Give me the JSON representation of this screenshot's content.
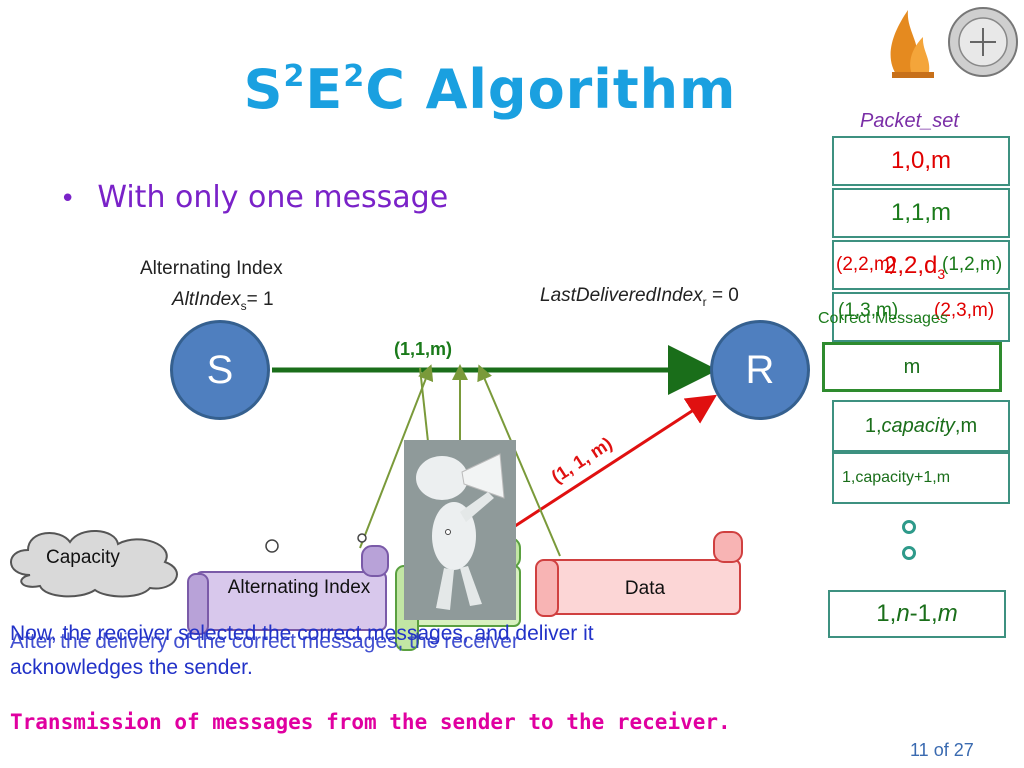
{
  "slide": {
    "title_main": "S",
    "title_sup1": "2",
    "title_mid": "E",
    "title_sup2": "2",
    "title_end": "C Algorithm",
    "bullet": "With only one message",
    "alt_index_label": "Alternating Index",
    "alt_index_var": "AltIndex",
    "alt_index_sub": "s",
    "alt_index_val": "= 1",
    "last_delivered_var": "LastDeliveredIndex",
    "last_delivered_sub": "r",
    "last_delivered_val": "= 0",
    "sender": "S",
    "receiver": "R",
    "arrow_label": "(1,1,m)",
    "red_arrow_label": "(1, 1, m)",
    "capacity_cloud": "Capacity",
    "scroll_alt": "Alternating Index",
    "scroll_data": "Data",
    "packet_set_title": "Packet_set",
    "packets": [
      {
        "text": "1,0,m",
        "color": "red"
      },
      {
        "text": "1,1,m",
        "color": "green"
      }
    ],
    "overlap_row3_a": "(2,2,m)",
    "overlap_row3_b": "(1,2,m)",
    "overlap_row3_big": "2,2,d",
    "overlap_row3_sub": "3",
    "overlap_row4_a": "(1,3,m)",
    "overlap_row4_b": "(2,3,m)",
    "correct_messages": "Correct Messages",
    "msg_box": "m",
    "cap_row1_pre": "1,",
    "cap_row1_italic": "capacity",
    "cap_row1_post": ",m",
    "cap_row2": "1,capacity+1,m",
    "last_row_pre": "1,",
    "last_row_italic": "n",
    "last_row_mid": "-1,",
    "last_row_italic2": "m",
    "footer_line1": "Now, the receiver selected the correct messages, and deliver it",
    "footer_line1_overlay": "After the delivery of the correct messages, the receiver",
    "footer_line2": "acknowledges the sender.",
    "footer_magenta": "Transmission of messages from the sender to the receiver.",
    "page_current": "11",
    "page_of": "of",
    "page_total": "27"
  },
  "colors": {
    "title": "#1aa0e0",
    "bullet": "#7a22c8",
    "node": "#4f7fbf",
    "arrow_green": "#1a6e1a",
    "arrow_red": "#e01010",
    "footer_blue": "#2232c8",
    "footer_magenta": "#e000a0"
  }
}
